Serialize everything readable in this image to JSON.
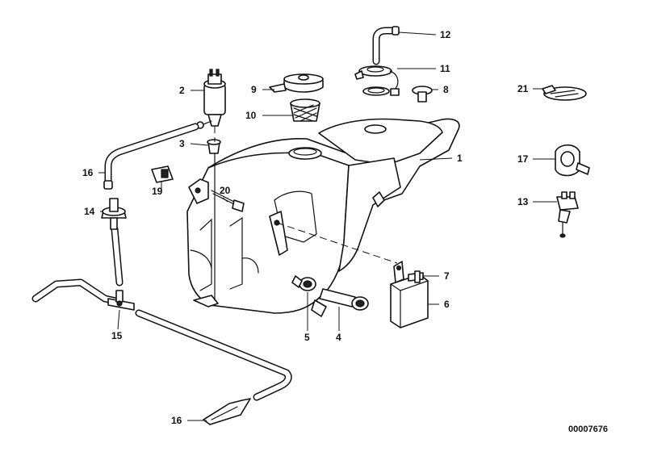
{
  "callouts": {
    "c1": "1",
    "c2": "2",
    "c3": "3",
    "c4": "4",
    "c5": "5",
    "c6": "6",
    "c7": "7",
    "c8": "8",
    "c9": "9",
    "c10": "10",
    "c11": "11",
    "c12": "12",
    "c13": "13",
    "c14": "14",
    "c15": "15",
    "c16a": "16",
    "c16b": "16",
    "c17": "17",
    "c19": "19",
    "c20": "20",
    "c21": "21"
  },
  "document_number": "00007676"
}
